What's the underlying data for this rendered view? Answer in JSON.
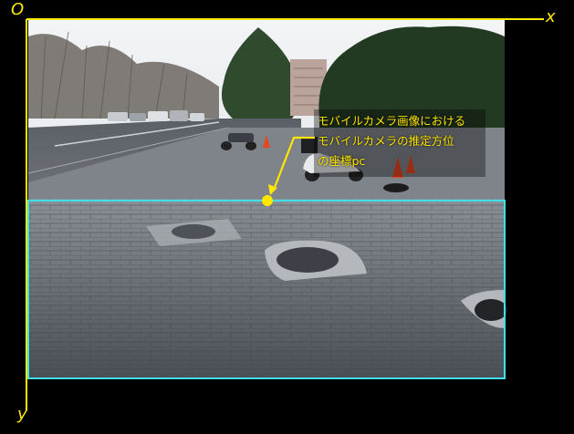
{
  "axes": {
    "origin_label": "O",
    "x_label": "x",
    "y_label": "y"
  },
  "annotation": {
    "lines": [
      "モバイルカメラ画像における",
      "モバイルカメラの推定方位",
      "の座標pc"
    ]
  },
  "colors": {
    "axis": "#ffec00",
    "annotation_text": "#ffe600",
    "roi_border": "#3fe0e8",
    "point": "#ffe600",
    "background": "#000000"
  }
}
